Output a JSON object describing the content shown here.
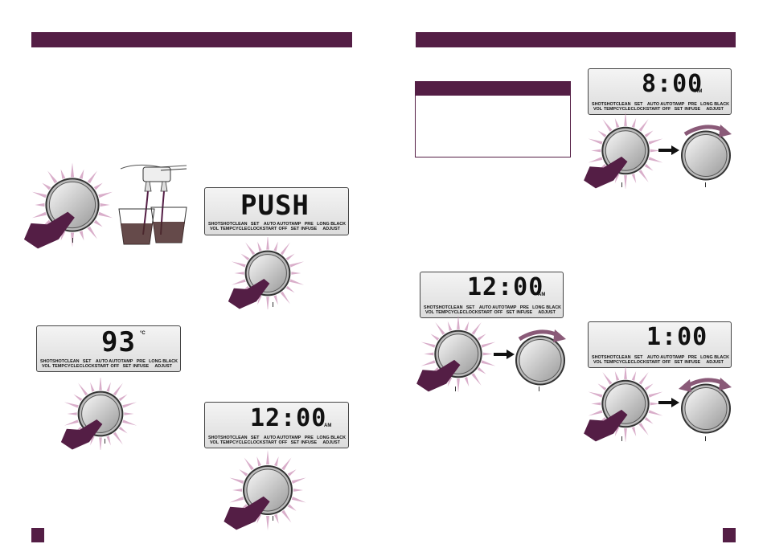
{
  "lcd_labels": [
    "SHOT\nVOL",
    "SHOT\nTEMP",
    "CLEAN\nCYCLE",
    "SET\nCLOCK",
    "AUTO\nSTART",
    "AUTO\nOFF",
    "TAMP\nSET",
    "PRE\nINFUSE",
    "LONG BLACK\nADJUST"
  ],
  "displays": {
    "push": {
      "digits": "PUSH",
      "unit": ""
    },
    "temp": {
      "digits": "93",
      "unit": "°C"
    },
    "clock_left": {
      "digits": "12:00",
      "unit": "AM"
    },
    "auto_start": {
      "digits": "8:00",
      "unit": "AM"
    },
    "set_clock": {
      "digits": "12:00",
      "unit": "AM"
    },
    "auto_off": {
      "digits": "1:00",
      "unit": ""
    }
  },
  "colors": {
    "brand": "#541e45",
    "arrow": "#8a5a78",
    "glow": "#c98bb4"
  }
}
